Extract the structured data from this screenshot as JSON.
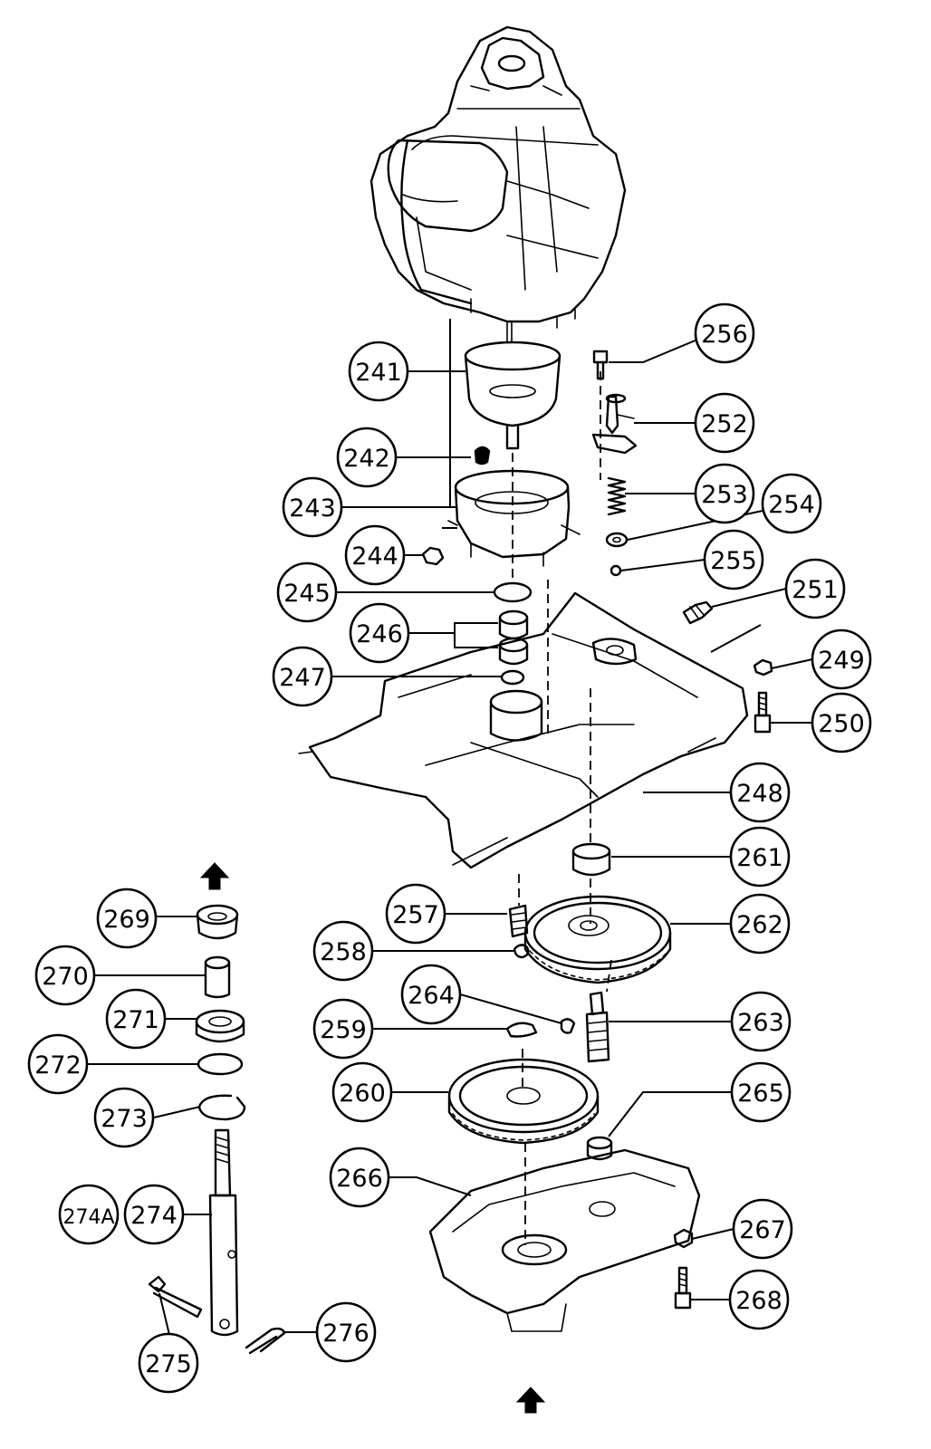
{
  "callouts": [
    {
      "id": "c241",
      "label": "241"
    },
    {
      "id": "c242",
      "label": "242"
    },
    {
      "id": "c243",
      "label": "243"
    },
    {
      "id": "c244",
      "label": "244"
    },
    {
      "id": "c245",
      "label": "245"
    },
    {
      "id": "c246",
      "label": "246"
    },
    {
      "id": "c247",
      "label": "247"
    },
    {
      "id": "c248",
      "label": "248"
    },
    {
      "id": "c249",
      "label": "249"
    },
    {
      "id": "c250",
      "label": "250"
    },
    {
      "id": "c251",
      "label": "251"
    },
    {
      "id": "c252",
      "label": "252"
    },
    {
      "id": "c253",
      "label": "253"
    },
    {
      "id": "c254",
      "label": "254"
    },
    {
      "id": "c255",
      "label": "255"
    },
    {
      "id": "c256",
      "label": "256"
    },
    {
      "id": "c257",
      "label": "257"
    },
    {
      "id": "c258",
      "label": "258"
    },
    {
      "id": "c259",
      "label": "259"
    },
    {
      "id": "c260",
      "label": "260"
    },
    {
      "id": "c261",
      "label": "261"
    },
    {
      "id": "c262",
      "label": "262"
    },
    {
      "id": "c263",
      "label": "263"
    },
    {
      "id": "c264",
      "label": "264"
    },
    {
      "id": "c265",
      "label": "265"
    },
    {
      "id": "c266",
      "label": "266"
    },
    {
      "id": "c267",
      "label": "267"
    },
    {
      "id": "c268",
      "label": "268"
    },
    {
      "id": "c269",
      "label": "269"
    },
    {
      "id": "c270",
      "label": "270"
    },
    {
      "id": "c271",
      "label": "271"
    },
    {
      "id": "c272",
      "label": "272"
    },
    {
      "id": "c273",
      "label": "273"
    },
    {
      "id": "c274A",
      "label": "274A"
    },
    {
      "id": "c274",
      "label": "274"
    },
    {
      "id": "c275",
      "label": "275"
    },
    {
      "id": "c276",
      "label": "276"
    }
  ],
  "icons": {
    "direction_arrow_top": "up-arrow-icon",
    "direction_arrow_bottom": "up-arrow-icon"
  },
  "colors": {
    "line": "#000000",
    "background": "#ffffff"
  }
}
